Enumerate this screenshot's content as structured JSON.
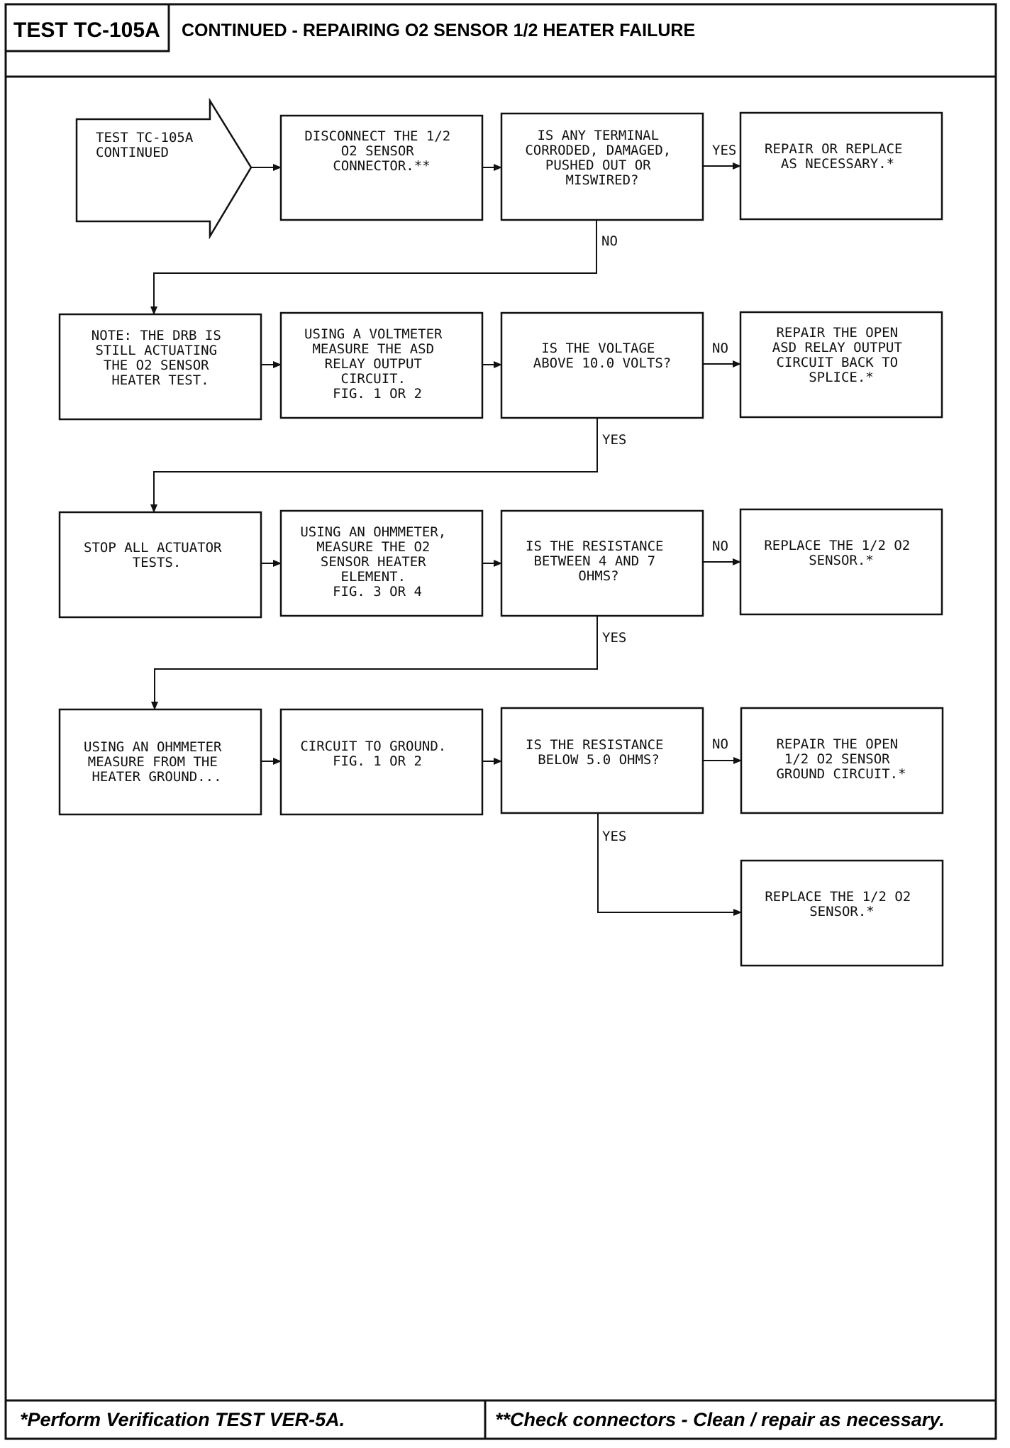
{
  "header": {
    "test_id": "TEST TC-105A",
    "title": "CONTINUED - REPAIRING O2 SENSOR 1/2 HEATER FAILURE"
  },
  "footer": {
    "left_note": "*Perform Verification TEST VER-5A.",
    "right_note": "**Check connectors - Clean / repair as necessary."
  },
  "flowchart": {
    "start": [
      "TEST TC-105A",
      "CONTINUED"
    ],
    "row1": {
      "disconnect": [
        "DISCONNECT THE 1/2",
        "O2 SENSOR",
        "CONNECTOR.**"
      ],
      "terminal_check": [
        "IS ANY TERMINAL",
        "CORRODED, DAMAGED,",
        "PUSHED OUT OR",
        "MISWIRED?"
      ],
      "repair_replace": [
        "REPAIR OR REPLACE",
        "AS NECESSARY.*"
      ]
    },
    "row2": {
      "note": [
        "NOTE: THE DRB IS",
        "STILL ACTUATING",
        "THE O2 SENSOR",
        "HEATER TEST."
      ],
      "voltmeter": [
        "USING A VOLTMETER",
        "MEASURE THE ASD",
        "RELAY OUTPUT",
        "CIRCUIT.",
        "FIG. 1 OR 2"
      ],
      "voltage_check": [
        "IS THE VOLTAGE",
        "ABOVE 10.0 VOLTS?"
      ],
      "repair_asd": [
        "REPAIR THE OPEN",
        "ASD RELAY OUTPUT",
        "CIRCUIT BACK TO",
        "SPLICE.*"
      ]
    },
    "row3": {
      "stop_tests": [
        "STOP ALL ACTUATOR",
        "TESTS."
      ],
      "ohmmeter_heater": [
        "USING AN OHMMETER,",
        "MEASURE THE O2",
        "SENSOR HEATER",
        "ELEMENT.",
        "FIG. 3 OR 4"
      ],
      "resistance_check": [
        "IS THE RESISTANCE",
        "BETWEEN 4 AND 7",
        "OHMS?"
      ],
      "replace_sensor": [
        "REPLACE THE 1/2 O2",
        "SENSOR.*"
      ]
    },
    "row4": {
      "ohmmeter_ground": [
        "USING AN OHMMETER",
        "MEASURE FROM THE",
        "HEATER GROUND..."
      ],
      "circuit_ground": [
        "CIRCUIT TO GROUND.",
        "",
        "",
        "FIG. 1 OR 2"
      ],
      "resistance_below": [
        "IS THE RESISTANCE",
        "BELOW 5.0 OHMS?"
      ],
      "repair_ground": [
        "REPAIR THE OPEN",
        "1/2 O2 SENSOR",
        "GROUND CIRCUIT.*"
      ],
      "replace_sensor_2": [
        "REPLACE THE 1/2 O2",
        "SENSOR.*"
      ]
    },
    "labels": {
      "yes": "YES",
      "no": "NO"
    }
  }
}
